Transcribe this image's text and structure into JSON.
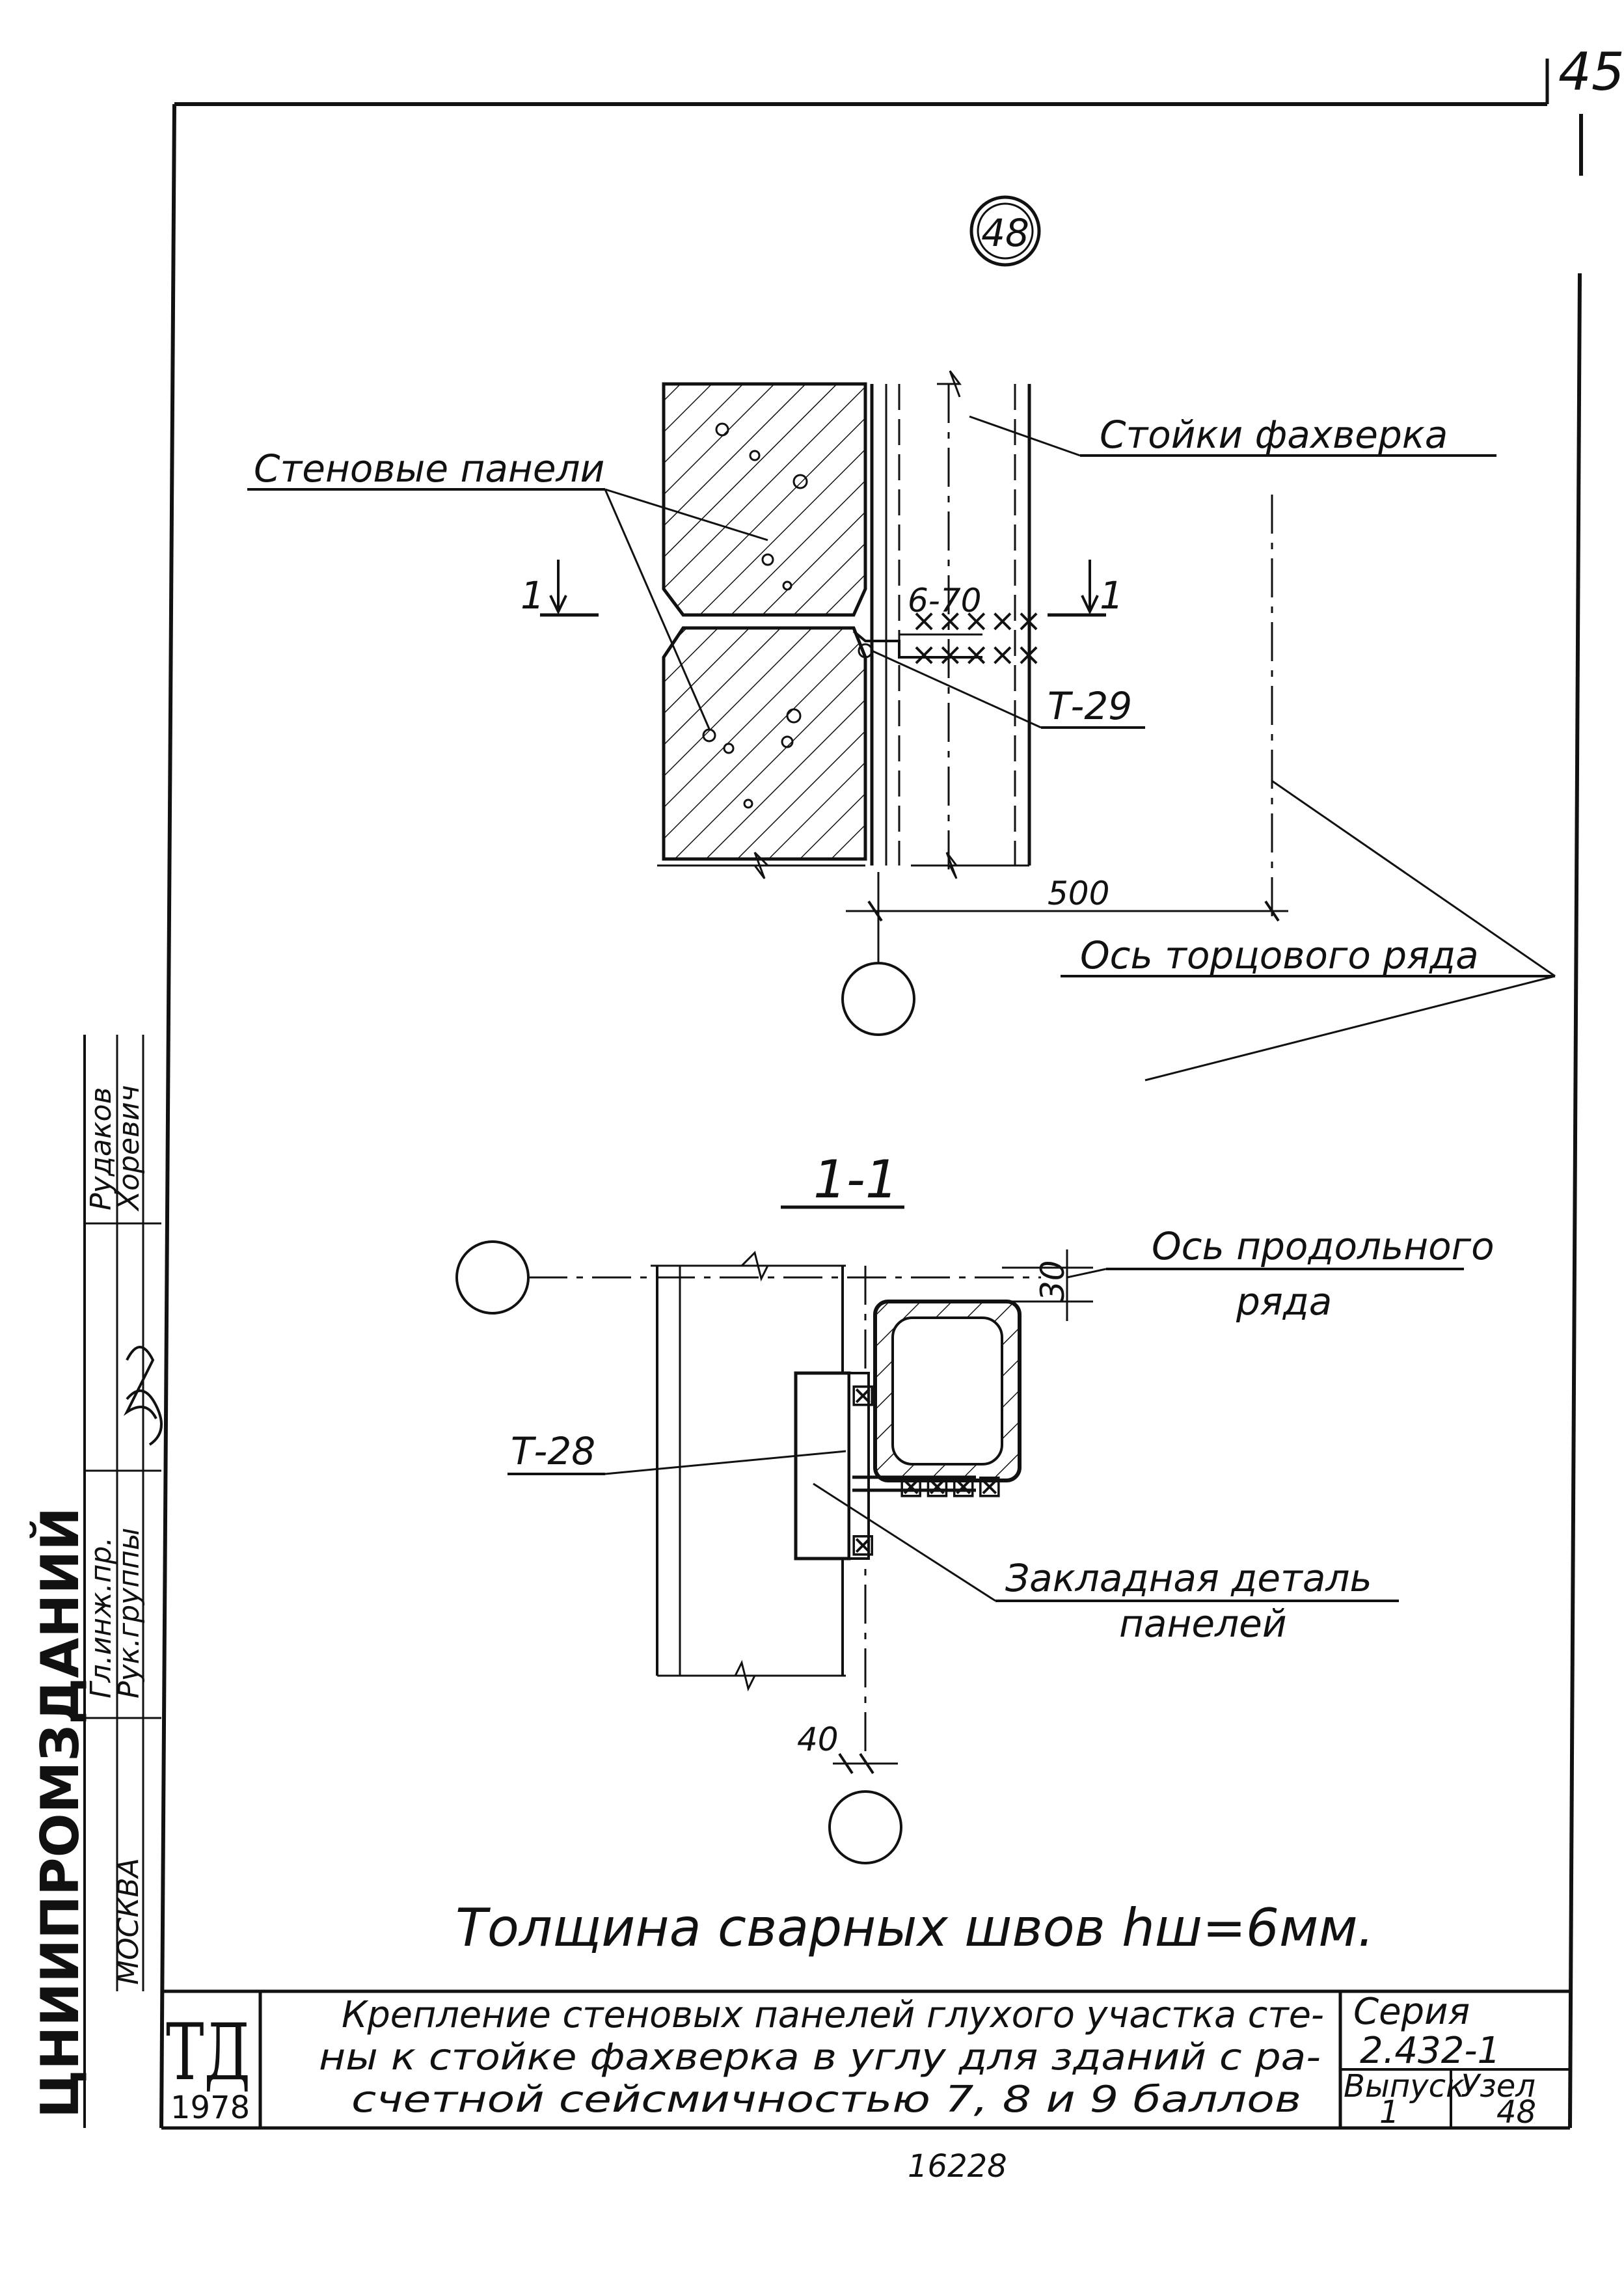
{
  "page": {
    "number": "45",
    "footer_number": "16228"
  },
  "node": {
    "number": "48"
  },
  "elevation": {
    "labels": {
      "wall_panels": "Стеновые панели",
      "fachwerk_posts": "Стойки фахверка",
      "weld": "6-70",
      "part": "Т-29",
      "axis_end_row": "Ось торцового ряда",
      "cut_left": "1",
      "cut_right": "1"
    },
    "dimensions": {
      "offset": "500"
    }
  },
  "section": {
    "title": "1-1",
    "labels": {
      "axis_longitudinal_line1": "Ось продольного",
      "axis_longitudinal_line2": "ряда",
      "part": "Т-28",
      "embedded_line1": "Закладная деталь",
      "embedded_line2": "панелей"
    },
    "dimensions": {
      "top": "30",
      "bottom": "40"
    }
  },
  "note": "Толщина сварных швов hш=6мм.",
  "side_stamp": {
    "org": "ЦНИИПРОМЗДАНИЙ",
    "city": "МОСКВА",
    "roles": [
      "Гл.инж.пр.",
      "Рук.группы"
    ],
    "names": [
      "Рудаков",
      "Хоревич"
    ]
  },
  "title_block": {
    "logo": "ТД",
    "year": "1978",
    "title_line1": "Крепление стеновых панелей глухого участка сте-",
    "title_line2": "ны к стойке фахверка в углу для зданий с ра-",
    "title_line3": "счетной сейсмичностью 7, 8 и 9 баллов",
    "series_label": "Серия",
    "series_value": "2.432-1",
    "issue_label": "Выпуск",
    "issue_value": "1",
    "node_label": "Узел",
    "node_value": "48"
  }
}
